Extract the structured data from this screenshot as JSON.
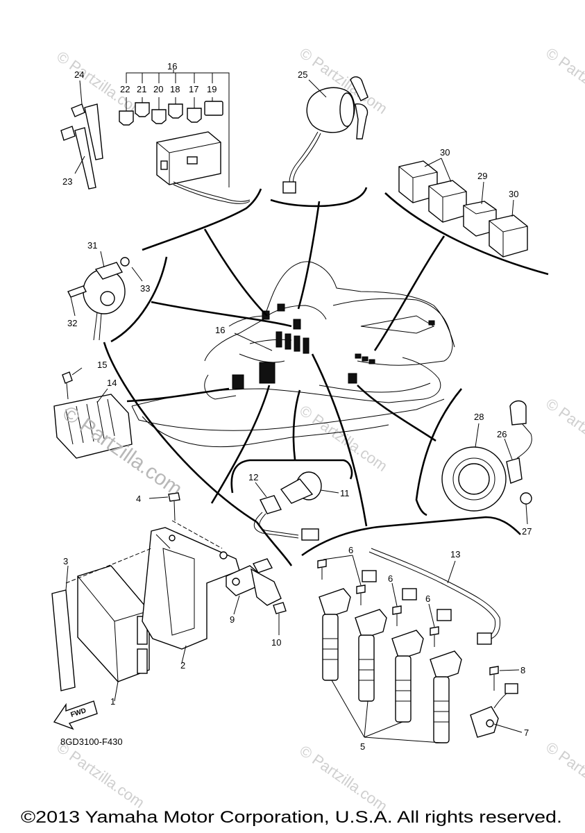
{
  "diagram_code": "8GD3100-F430",
  "copyright": "©2013 Yamaha Motor Corporation, U.S.A. All rights reserved.",
  "watermark_text": "© Partzilla.com",
  "watermark_main": "© Partzilla.com",
  "fwd_label": "FWD",
  "callouts": {
    "c1": "1",
    "c2": "2",
    "c3": "3",
    "c4": "4",
    "c5": "5",
    "c6a": "6",
    "c6b": "6",
    "c6c": "6",
    "c7": "7",
    "c8": "8",
    "c9": "9",
    "c10": "10",
    "c11": "11",
    "c12": "12",
    "c13": "13",
    "c14": "14",
    "c15": "15",
    "c16a": "16",
    "c16b": "16",
    "c17": "17",
    "c18": "18",
    "c19": "19",
    "c20": "20",
    "c21": "21",
    "c22": "22",
    "c23": "23",
    "c24": "24",
    "c25": "25",
    "c26": "26",
    "c27": "27",
    "c28": "28",
    "c29": "29",
    "c30a": "30",
    "c30b": "30",
    "c31": "31",
    "c32": "32",
    "c33": "33"
  },
  "colors": {
    "line": "#000000",
    "watermark": "#cfcfcf",
    "background": "#ffffff"
  }
}
